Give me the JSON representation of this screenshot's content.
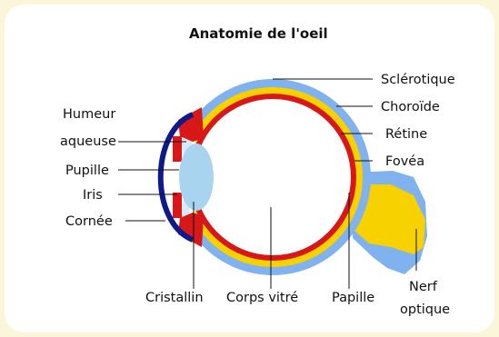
{
  "title": "Anatomie de l'oeil",
  "labels": {
    "sclerotique": "Sclérotique",
    "choroide": "Choroïde",
    "retine": "Rétine",
    "fovea": "Fovéa",
    "humeur_line1": "Humeur",
    "humeur_line2": "aqueuse",
    "pupille": "Pupille",
    "iris": "Iris",
    "cornee": "Cornée",
    "cristallin": "Cristallin",
    "corps_vitre": "Corps vitré",
    "papille": "Papille",
    "nerf_line1": "Nerf",
    "nerf_line2": "optique"
  },
  "colors": {
    "background": "#fbf6da",
    "sclera": "#7fb2ee",
    "choroid": "#f8d200",
    "retina": "#d81818",
    "cornea": "#0e1a8a",
    "lens": "#a8d4f0",
    "nerve_sheath": "#7fb2ee",
    "nerve_core": "#f8d200"
  }
}
